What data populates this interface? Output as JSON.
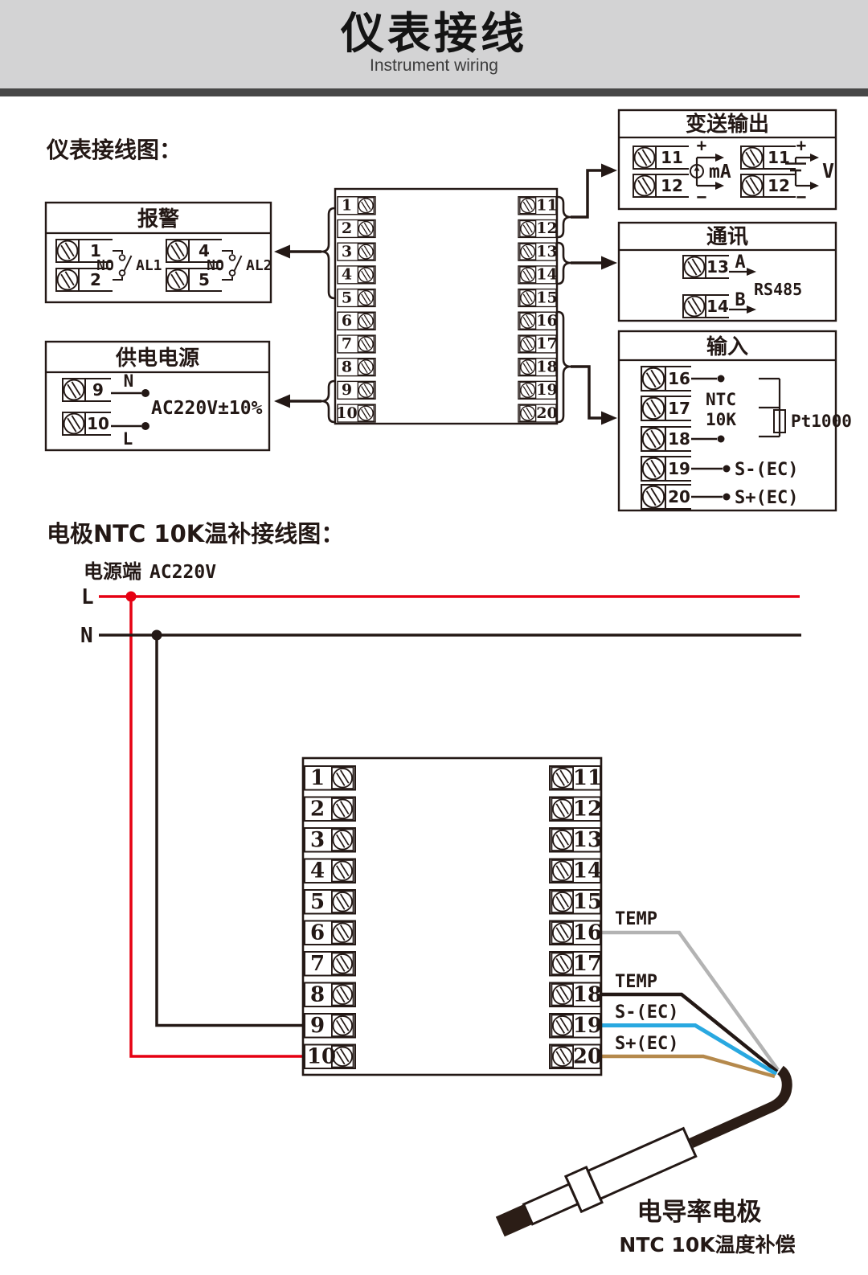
{
  "header": {
    "title": "仪表接线",
    "subtitle": "Instrument wiring"
  },
  "sections": {
    "top": "仪表接线图：",
    "bottom": "电极NTC 10K温补接线图："
  },
  "boxes": {
    "alarm": {
      "title": "报警",
      "t1": "1",
      "t2": "2",
      "t4": "4",
      "t5": "5",
      "no1": "NO",
      "no2": "NO",
      "al1": "AL1",
      "al2": "AL2"
    },
    "power": {
      "title": "供电电源",
      "t9": "9",
      "t10": "10",
      "n": "N",
      "l": "L",
      "voltage": "AC220V±10%"
    },
    "output": {
      "title": "变送输出",
      "ma_t11": "11",
      "ma_t12": "12",
      "ma_plus": "+",
      "ma_minus": "−",
      "ma_unit": "mA",
      "v_t11": "11",
      "v_t12": "12",
      "v_plus": "+",
      "v_minus": "−",
      "v_unit": "V"
    },
    "comm": {
      "title": "通讯",
      "t13": "13",
      "t14": "14",
      "line_a": "A",
      "line_b": "B",
      "protocol": "RS485"
    },
    "input": {
      "title": "输入",
      "t16": "16",
      "t17": "17",
      "t18": "18",
      "t19": "19",
      "t20": "20",
      "sensor_line1": "NTC",
      "sensor_line2": "10K",
      "alt_sensor": "Pt1000",
      "s_minus": "S-(EC)",
      "s_plus": "S+(EC)"
    }
  },
  "top_block": {
    "left": [
      "1",
      "2",
      "3",
      "4",
      "5",
      "6",
      "7",
      "8",
      "9",
      "10"
    ],
    "right": [
      "11",
      "12",
      "13",
      "14",
      "15",
      "16",
      "17",
      "18",
      "19",
      "20"
    ]
  },
  "bottom_block": {
    "left": [
      "1",
      "2",
      "3",
      "4",
      "5",
      "6",
      "7",
      "8",
      "9",
      "10"
    ],
    "right": [
      "11",
      "12",
      "13",
      "14",
      "15",
      "16",
      "17",
      "18",
      "19",
      "20"
    ]
  },
  "bottom_diagram": {
    "supply_label": "电源端",
    "supply_voltage": "AC220V",
    "live": "L",
    "neutral": "N",
    "wire_labels": {
      "temp_gray": "TEMP",
      "temp_black": "TEMP",
      "s_minus": "S-(EC)",
      "s_plus": "S+(EC)"
    },
    "electrode_label": "电导率电极",
    "electrode_note": "NTC 10K温度补偿"
  },
  "colors": {
    "ink": "#231815",
    "live_red": "#e60012",
    "wire_gray": "#b3b3b3",
    "wire_blue": "#29a8e0",
    "wire_brown": "#b5894c",
    "cable_black": "#2b1d16",
    "header_bg": "#d3d3d4"
  }
}
